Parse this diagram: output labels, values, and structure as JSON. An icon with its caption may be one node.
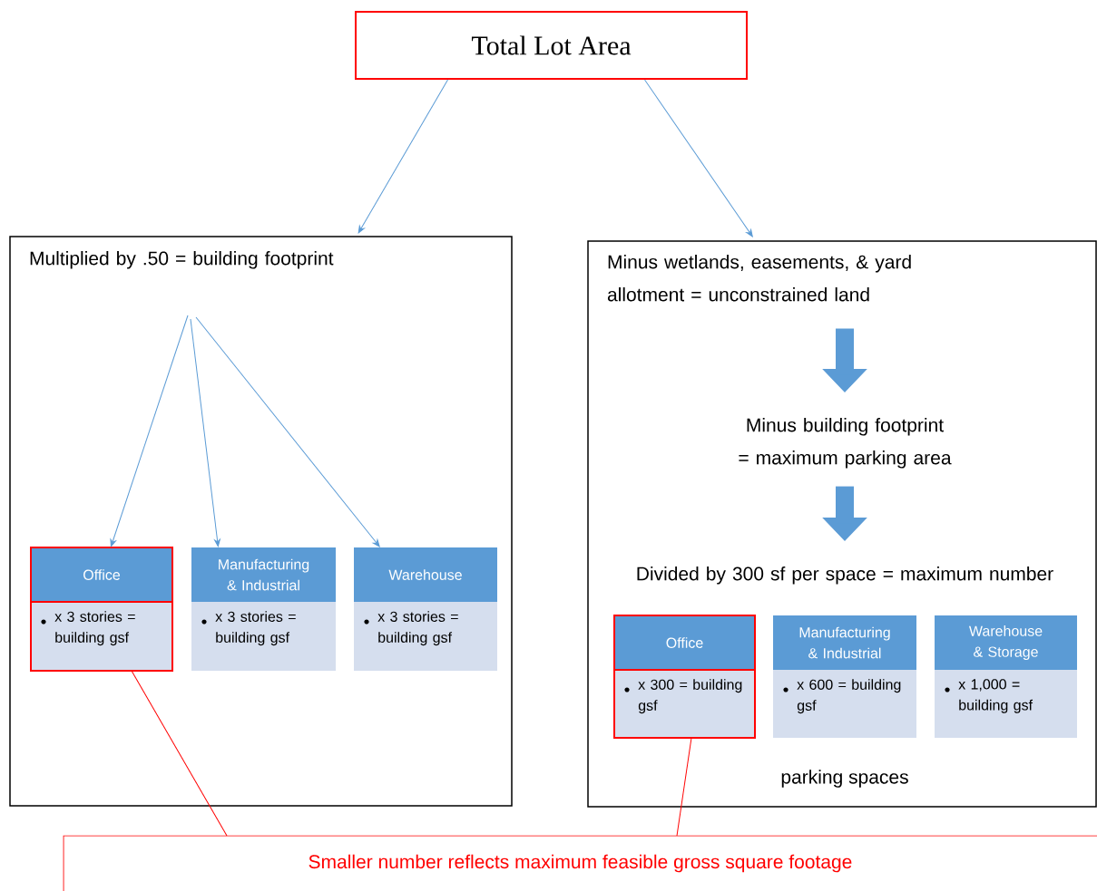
{
  "diagram": {
    "nodes": [
      {
        "text": [
          "Total Lot Area"
        ]
      },
      {
        "text": [],
        "shape": "box"
      },
      {
        "text": [
          "Multiplied by .50 = building footprint"
        ],
        "in": 1
      },
      {
        "text": [
          "Office",
          "x 3 stories = building gsf"
        ],
        "in": 1
      },
      {
        "text": [
          "Manufacturing & Industrial",
          "x 3 stories = building gsf"
        ],
        "in": 1
      },
      {
        "text": [
          "Warehouse",
          "x 3 stories = building gsf"
        ],
        "in": 1
      },
      {
        "text": [],
        "shape": "box"
      },
      {
        "text": [
          "Minus wetlands, easements, & yard allotment = unconstrained land"
        ],
        "in": 6
      },
      {
        "text": [
          "Minus building footprint = maximum parking area"
        ],
        "in": 6
      },
      {
        "text": [
          "Divided by 300 sf per space = maximum number"
        ],
        "in": 6
      },
      {
        "text": [
          "Office",
          "x 300 = building gsf"
        ],
        "in": 6
      },
      {
        "text": [
          "Manufacturing & Industrial",
          "x 600 = building gsf"
        ],
        "in": 6
      },
      {
        "text": [
          "Warehouse & Storage",
          "x 1,000 = building gsf"
        ],
        "in": 6
      },
      {
        "text": [
          "Smaller number reflects maximum feasible gross square footage"
        ]
      }
    ],
    "edges": [
      {
        "from": 0,
        "to": 1,
        "arrow": "to"
      },
      {
        "from": 0,
        "to": 6,
        "arrow": "to"
      },
      {
        "from": 2,
        "to": 3,
        "arrow": "to"
      },
      {
        "from": 2,
        "to": 4,
        "arrow": "to"
      },
      {
        "from": 2,
        "to": 5,
        "arrow": "to"
      },
      {
        "from": 7,
        "to": 8,
        "arrow": "to",
        "style": "thick"
      },
      {
        "from": 8,
        "to": 9,
        "arrow": "to",
        "style": "thick"
      },
      {
        "from": 3,
        "to": 13,
        "arrow": "none",
        "color": "#ff0000"
      },
      {
        "from": 10,
        "to": 13,
        "arrow": "none",
        "color": "#ff0000"
      }
    ],
    "labels": [
      "parking spaces"
    ]
  }
}
